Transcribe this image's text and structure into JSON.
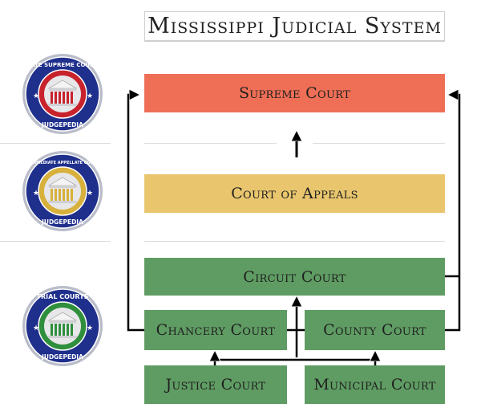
{
  "title": "Mississippi Judicial System",
  "colors": {
    "supreme": "#ee6f56",
    "appeals": "#e9c66e",
    "trial": "#5f9c63",
    "seal_navy": "#1f2f8c",
    "seal_red_band": "#c8222c",
    "seal_yellow_band": "#d7b13c",
    "seal_green_band": "#2f8f3c"
  },
  "seals": [
    {
      "icon": "state-supreme-courts-seal-icon",
      "top_text": "STATE SUPREME COURTS",
      "bottom_text": "JUDGEPEDIA"
    },
    {
      "icon": "intermediate-appellate-courts-seal-icon",
      "top_text": "INTERMEDIATE APPELLATE COURTS",
      "bottom_text": "JUDGEPEDIA"
    },
    {
      "icon": "trial-courts-seal-icon",
      "top_text": "TRIAL COURTS",
      "bottom_text": "JUDGEPEDIA"
    }
  ],
  "courts": {
    "supreme": "Supreme Court",
    "appeals": "Court of Appeals",
    "circuit": "Circuit Court",
    "chancery": "Chancery Court",
    "county": "County Court",
    "justice": "Justice Court",
    "municipal": "Municipal Court"
  }
}
